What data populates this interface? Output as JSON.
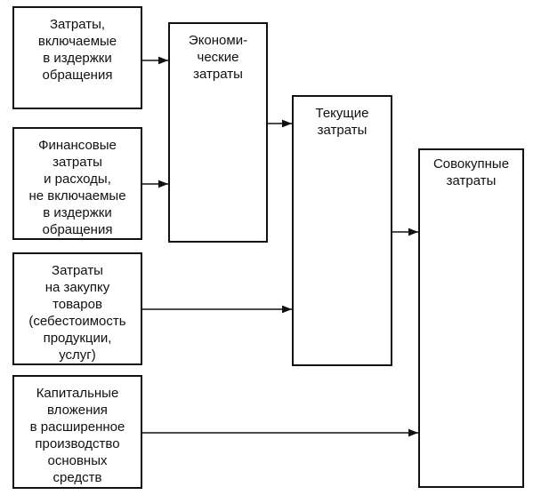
{
  "boxes": {
    "src1": "Затраты,\nвключаемые\nв издержки\nобращения",
    "src2": "Финансовые\nзатраты\nи расходы,\nне включаемые\nв издержки\nобращения",
    "src3": "Затраты\nна закупку\nтоваров\n(себестоимость\nпродукции,\nуслуг)",
    "src4": "Капитальные\nвложения\nв расширенное\nпроизводство\nосновных\nсредств",
    "economic": "Экономи-\nческие\nзатраты",
    "current": "Текущие\nзатраты",
    "total": "Совокупные\nзатраты"
  }
}
